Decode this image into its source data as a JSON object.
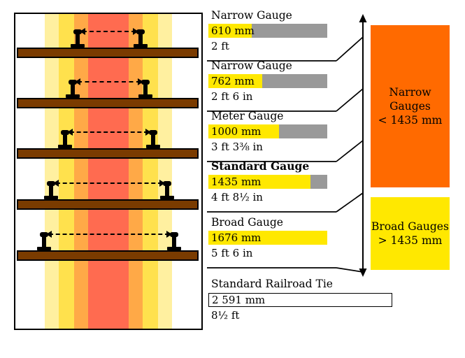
{
  "rows": [
    {
      "name": "Narrow Gauge",
      "metric": "610 mm",
      "imperial": "2 ft",
      "gauge_mm": 610,
      "bold": false
    },
    {
      "name": "Narrow Gauge",
      "metric": "762 mm",
      "imperial": "2 ft 6 in",
      "gauge_mm": 762,
      "bold": false
    },
    {
      "name": "Meter Gauge",
      "metric": "1000 mm",
      "imperial": "3 ft 3⅜ in",
      "gauge_mm": 1000,
      "bold": false
    },
    {
      "name": "Standard Gauge",
      "metric": "1435 mm",
      "imperial": "4 ft 8½ in",
      "gauge_mm": 1435,
      "bold": true
    },
    {
      "name": "Broad Gauge",
      "metric": "1676 mm",
      "imperial": "5 ft 6 in",
      "gauge_mm": 1676,
      "bold": false
    }
  ],
  "tie": {
    "name": "Standard Railroad Tie",
    "metric": "2 591 mm",
    "imperial": "8½ ft",
    "length_mm": 2591
  },
  "groups": [
    {
      "line1": "Narrow Gauges",
      "line2": "< 1435 mm",
      "color": "#ff6a00"
    },
    {
      "line1": "Broad Gauges",
      "line2": "> 1435 mm",
      "color": "#ffe800"
    }
  ],
  "colors": {
    "bar_highlight": "#ffe800",
    "bar_remainder": "#999999",
    "tie_brown": "#7a3b00",
    "stripes": [
      "#ffffff",
      "#fff0a0",
      "#ffe14d",
      "#ffa947",
      "#ff6b50"
    ]
  }
}
